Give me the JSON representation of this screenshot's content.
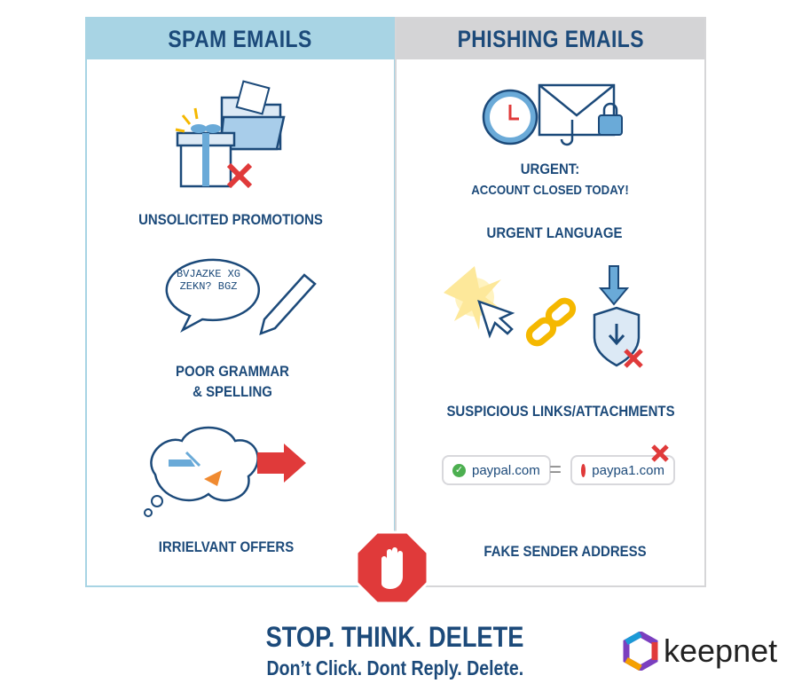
{
  "spam": {
    "title": "SPAM EMAILS",
    "items": [
      "UNSOLICITED PROMOTIONS",
      "POOR GRAMMAR",
      "& SPELLING",
      "IRRIELVANT OFFERS"
    ],
    "bubble_text": "BVJAZKE XGZEKN? BGZ"
  },
  "phishing": {
    "title": "PHISHING EMAILS",
    "urgent_line1": "URGENT:",
    "urgent_line2": "ACCOUNT CLOSED TODAY!",
    "items": [
      "URGENT LANGUAGE",
      "SUSPICIOUS LINKS/ATTACHMENTS",
      "FAKE SENDER ADDRESS"
    ],
    "real_domain": "paypal.com",
    "fake_domain": "paypa1.com",
    "equals": "="
  },
  "footer": {
    "title": "STOP. THINK. DELETE",
    "subtitle": "Don’t Click. Dont Reply. Delete."
  },
  "brand": {
    "name": "keepnet"
  },
  "colors": {
    "text": "#1c4a7a",
    "spam_header": "#a8d4e4",
    "phishing_header": "#d4d4d6",
    "red": "#e03a3a",
    "green": "#4caf50"
  }
}
